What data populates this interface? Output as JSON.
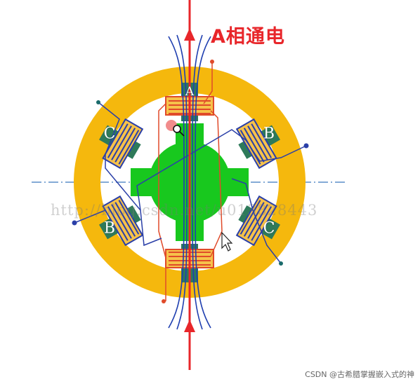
{
  "title": "A相通电",
  "pole_labels": {
    "a_top": "A",
    "b_right": "B",
    "b_left": "B",
    "c_left": "C",
    "c_right": "C"
  },
  "watermark": "http://blog.csdn.net/u013828443",
  "footer": "CSDN @古希腊掌握嵌入式的神",
  "colors": {
    "stator": "#f5b80d",
    "rotor": "#18c81e",
    "coil": "#e04a2a",
    "flux_line": "#1f3fb0",
    "current_arrow": "#e8262a",
    "axis_line": "#5b8dc9"
  }
}
